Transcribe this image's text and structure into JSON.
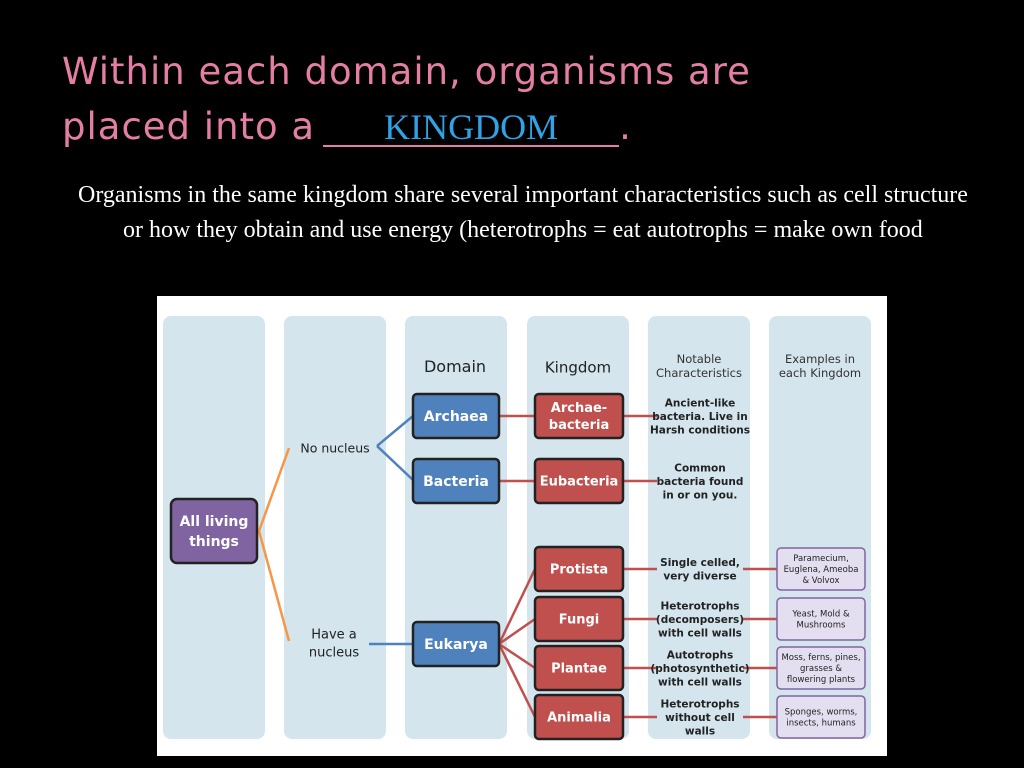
{
  "slide": {
    "title_line1": "Within each domain, organisms are",
    "title_line2": "placed into a",
    "title_end": ".",
    "blank_answer": "KINGDOM",
    "body": "Organisms in the same kingdom share several important characteristics such as cell structure or how they obtain and use energy (heterotrophs = eat    autotrophs = make own food"
  },
  "diagram": {
    "headers": {
      "domain": "Domain",
      "kingdom": "Kingdom",
      "notable": [
        "Notable",
        "Characteristics"
      ],
      "examples": [
        "Examples in",
        "each Kingdom"
      ]
    },
    "root": [
      "All living",
      "things"
    ],
    "branches": {
      "no_nucleus": "No nucleus",
      "nucleus": [
        "Have a",
        "nucleus"
      ]
    },
    "domains": [
      "Archaea",
      "Bacteria",
      "Eukarya"
    ],
    "kingdoms": [
      [
        "Archae-",
        "bacteria"
      ],
      [
        "Eubacteria"
      ],
      [
        "Protista"
      ],
      [
        "Fungi"
      ],
      [
        "Plantae"
      ],
      [
        "Animalia"
      ]
    ],
    "characteristics": [
      [
        "Ancient-like",
        "bacteria.  Live in",
        "Harsh conditions"
      ],
      [
        "Common",
        "bacteria found",
        "in or on you."
      ],
      [
        "Single celled,",
        "very diverse"
      ],
      [
        "Heterotrophs",
        "(decomposers)",
        "with cell walls"
      ],
      [
        "Autotrophs",
        "(photosynthetic)",
        "with cell walls"
      ],
      [
        "Heterotrophs",
        "without cell",
        "walls"
      ]
    ],
    "examples": [
      [
        "Paramecium,",
        "Euglena, Ameoba",
        "& Volvox"
      ],
      [
        "Yeast, Mold &",
        "Mushrooms"
      ],
      [
        "Moss, ferns, pines,",
        "grasses &",
        "flowering plants"
      ],
      [
        "Sponges, worms,",
        "insects, humans"
      ]
    ],
    "colors": {
      "column": "#d4e5ed",
      "root": "#8064a2",
      "domain": "#4f81bd",
      "kingdom": "#c0504d",
      "example_fill": "#e4dff0",
      "example_border": "#8064a2",
      "orange": "#f79646"
    }
  }
}
